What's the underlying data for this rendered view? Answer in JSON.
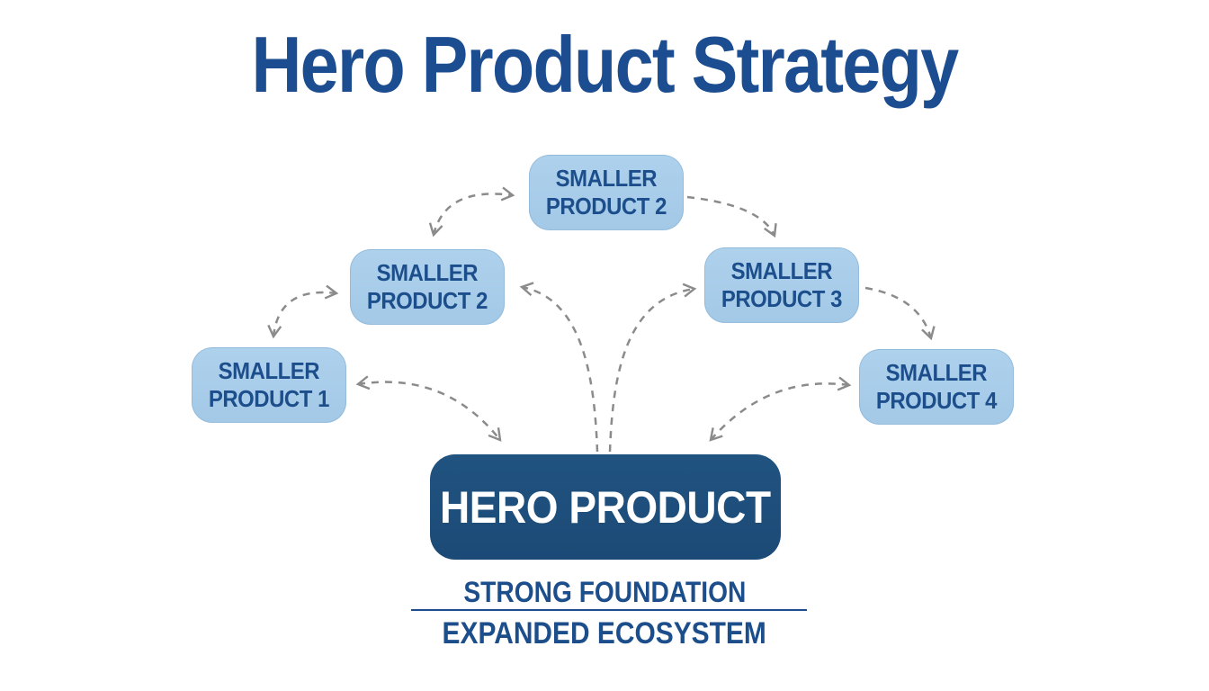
{
  "title": "Hero Product Strategy",
  "diagram": {
    "satellites": [
      {
        "id": "smaller-product-2-top",
        "label": "SMALLER\nPRODUCT 2"
      },
      {
        "id": "smaller-product-2-left",
        "label": "SMALLER\nPRODUCT 2"
      },
      {
        "id": "smaller-product-1",
        "label": "SMALLER\nPRODUCT 1"
      },
      {
        "id": "smaller-product-3",
        "label": "SMALLER\nPRODUCT 3"
      },
      {
        "id": "smaller-product-4",
        "label": "SMALLER\nPRODUCT 4"
      }
    ],
    "hero": {
      "label": "HERO PRODUCT"
    },
    "caption": {
      "line1": "STRONG FOUNDATION",
      "line2": "EXPANDED ECOSYSTEM"
    }
  },
  "colors": {
    "title_text": "#1b4d90",
    "node_fill": "#a8cce9",
    "node_text": "#1d4e8c",
    "hero_fill": "#1e4e7d",
    "hero_text": "#ffffff",
    "caption_text": "#1d4e8c",
    "arrow": "#8b8b8b"
  }
}
